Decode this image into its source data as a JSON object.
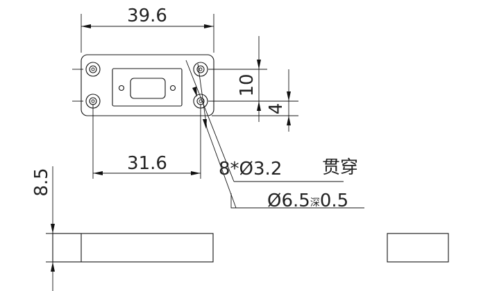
{
  "dimensions": {
    "overall_width": "39.6",
    "hole_spacing": "31.6",
    "height_10": "10",
    "height_4": "4",
    "thickness": "8.5"
  },
  "callout": {
    "through_holes_prefix": "8*",
    "diameter_symbol": "Ø",
    "through_holes_diameter": "3.2",
    "through_holes_note": "贯穿",
    "counterbore_diameter": "6.5",
    "depth_symbol": "深",
    "counterbore_depth": "0.5"
  }
}
